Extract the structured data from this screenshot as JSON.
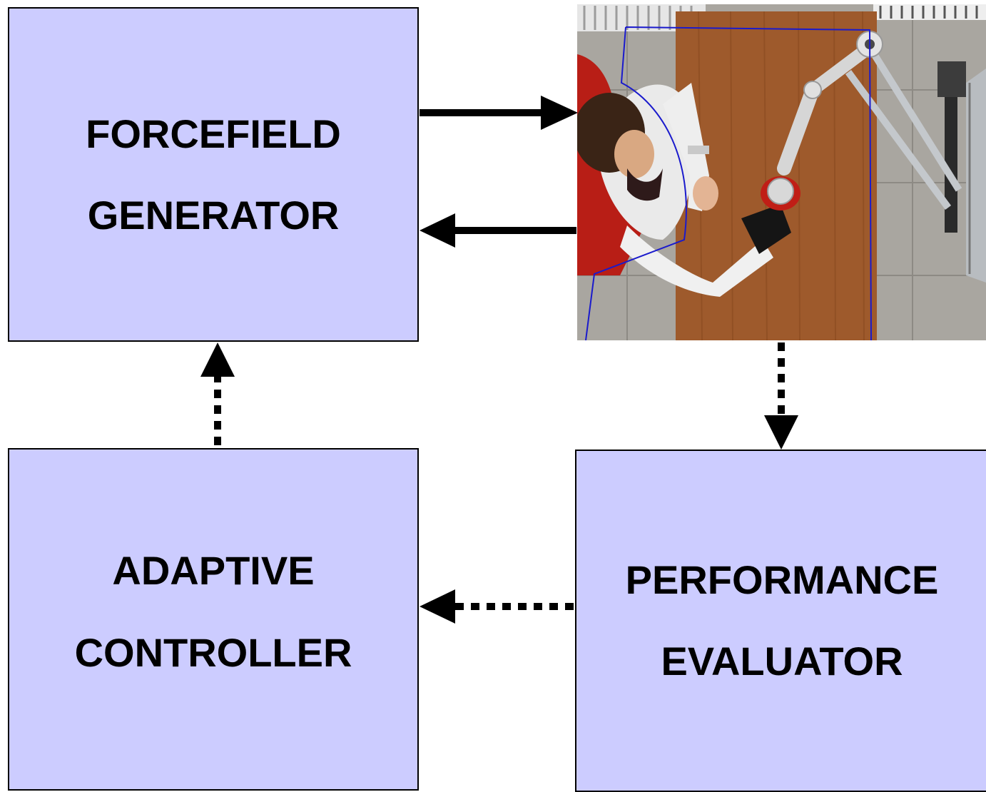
{
  "colors": {
    "block_fill": "#ccccff",
    "border": "#000000",
    "arrow": "#000000",
    "robot_workspace_outline": "#1a1acc"
  },
  "blocks": {
    "forcefield_generator": {
      "line1": "FORCEFIELD",
      "line2": "GENERATOR"
    },
    "adaptive_controller": {
      "line1": "ADAPTIVE",
      "line2": "CONTROLLER"
    },
    "performance_evaluator": {
      "line1": "PERFORMANCE",
      "line2": "EVALUATOR"
    }
  },
  "photo": {
    "subject": "top-down view of a seated person holding the handle of a planar robot arm on a wooden table"
  },
  "connections": [
    {
      "from": "forcefield_generator",
      "to": "photo",
      "style": "solid"
    },
    {
      "from": "photo",
      "to": "forcefield_generator",
      "style": "solid"
    },
    {
      "from": "photo",
      "to": "performance_evaluator",
      "style": "dotted"
    },
    {
      "from": "performance_evaluator",
      "to": "adaptive_controller",
      "style": "dotted"
    },
    {
      "from": "adaptive_controller",
      "to": "forcefield_generator",
      "style": "dotted"
    }
  ]
}
